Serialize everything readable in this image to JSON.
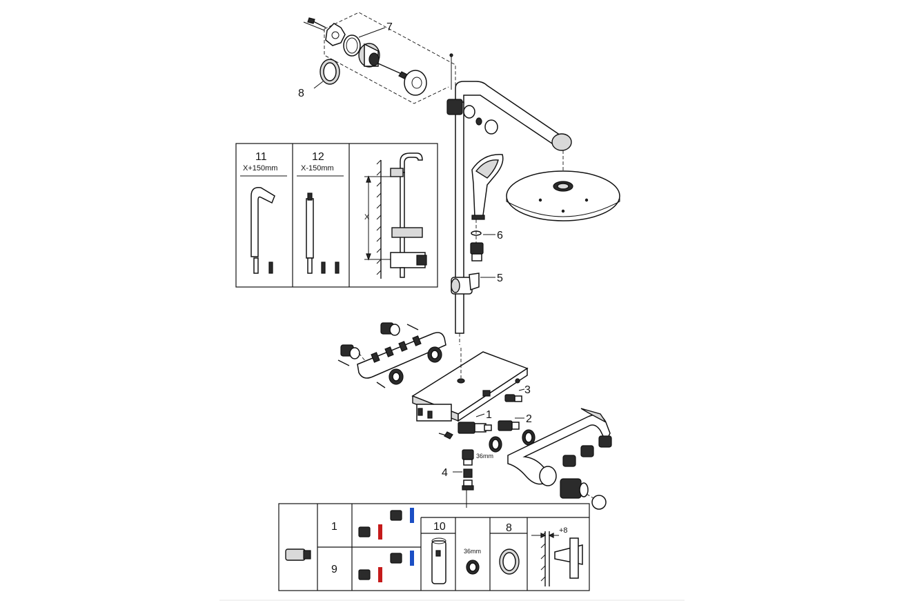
{
  "callouts": {
    "c1": "1",
    "c2": "2",
    "c3": "3",
    "c4": "4",
    "c5": "5",
    "c6": "6",
    "c7": "7",
    "c8": "8",
    "wrench": "36mm"
  },
  "inset_extension": {
    "col11_num": "11",
    "col11_text": "X+150mm",
    "col12_num": "12",
    "col12_text": "X-150mm",
    "dim": "X"
  },
  "parts_table": {
    "row1": "1",
    "row9": "9",
    "col10": "10",
    "wrench": "36mm",
    "col8": "8",
    "offset": "+8"
  }
}
